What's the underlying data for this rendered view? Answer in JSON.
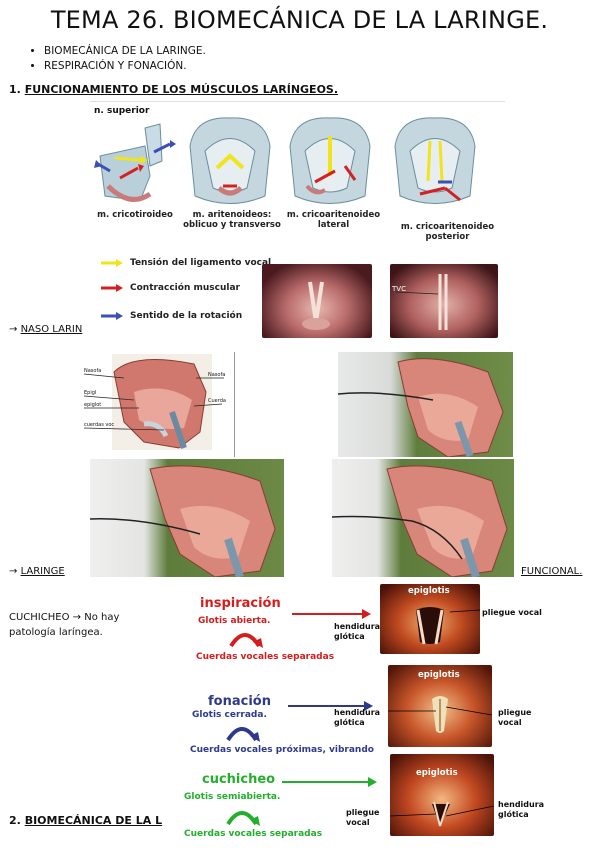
{
  "title": "TEMA 26. BIOMECÁNICA DE LA LARINGE.",
  "bullets": [
    "BIOMECÁNICA DE LA LARINGE.",
    "RESPIRACIÓN Y FONACIÓN."
  ],
  "section1": {
    "number": "1.",
    "heading": "FUNCIONAMIENTO DE LOS MÚSCULOS LARÍNGEOS."
  },
  "muscles_figure": {
    "top_label": "n. superior",
    "captions": [
      "m. cricotiroideo",
      "m. aritenoideos: oblicuo y transverso",
      "m. cricoaritenoideo lateral",
      "m. cricoaritenoideo posterior"
    ],
    "legend": [
      {
        "text": "Tensión del ligamento vocal",
        "color": "#f2e41c"
      },
      {
        "text": "Contracción muscular",
        "color": "#d42020"
      },
      {
        "text": "Sentido de la rotación",
        "color": "#3a4fb8"
      }
    ],
    "photo_label": "TVC"
  },
  "naso_line": {
    "arrow": "→",
    "text": "NASO LARIN"
  },
  "sagittal_labels": {
    "left_1": "Nasofa",
    "left_2": "Epigl",
    "left_3": "epiglot",
    "left_4": "cuerdas voc",
    "right_1": "Nasofa",
    "right_2": "Cuerda"
  },
  "laringe_line": {
    "arrow": "→",
    "text": "LARINGE",
    "right_text": "FUNCIONAL."
  },
  "cuchicheo_note": {
    "text": "CUCHICHEO",
    "arrow": "→",
    "rest": "No hay patología laríngea."
  },
  "phases": [
    {
      "title": "inspiración",
      "state": "Glotis abierta.",
      "cords": "Cuerdas vocales separadas",
      "title_color": "#d41e1e",
      "photo_labels": [
        "epiglotis",
        "pliegue vocal",
        "hendidura glótica"
      ]
    },
    {
      "title": "fonación",
      "state": "Glotis cerrada.",
      "cords": "Cuerdas vocales próximas, vibrando",
      "title_color": "#2d3a8c",
      "photo_labels": [
        "epiglotis",
        "pliegue vocal",
        "hendidura glótica"
      ]
    },
    {
      "title": "cuchicheo",
      "state": "Glotis semiabierta.",
      "cords": "Cuerdas vocales separadas",
      "title_color": "#22b02c",
      "photo_labels": [
        "epiglotis",
        "pliegue vocal",
        "hendidura glótica"
      ]
    }
  ],
  "section2": {
    "number": "2.",
    "heading": "BIOMECÁNICA DE LA L"
  }
}
